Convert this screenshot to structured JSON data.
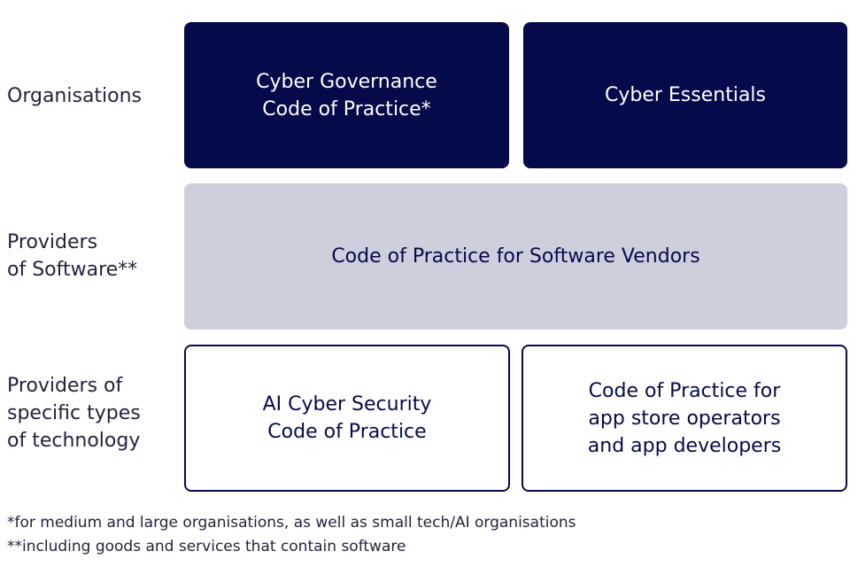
{
  "rows": [
    {
      "label": "Organisations"
    },
    {
      "label": "Providers\nof Software**"
    },
    {
      "label": "Providers of\nspecific types\nof technology"
    }
  ],
  "boxes": {
    "cyber_governance": "Cyber Governance\nCode of Practice*",
    "cyber_essentials": "Cyber Essentials",
    "software_vendors": "Code of Practice for Software Vendors",
    "ai_security": "AI Cyber Security\nCode of Practice",
    "app_store": "Code of Practice for\napp store operators\nand app developers"
  },
  "footnotes": [
    "*for medium and large organisations, as well as small tech/AI organisations",
    "**including goods and services that contain software"
  ],
  "colors": {
    "navy": "#050a4a",
    "grey": "#cdcfdc"
  }
}
